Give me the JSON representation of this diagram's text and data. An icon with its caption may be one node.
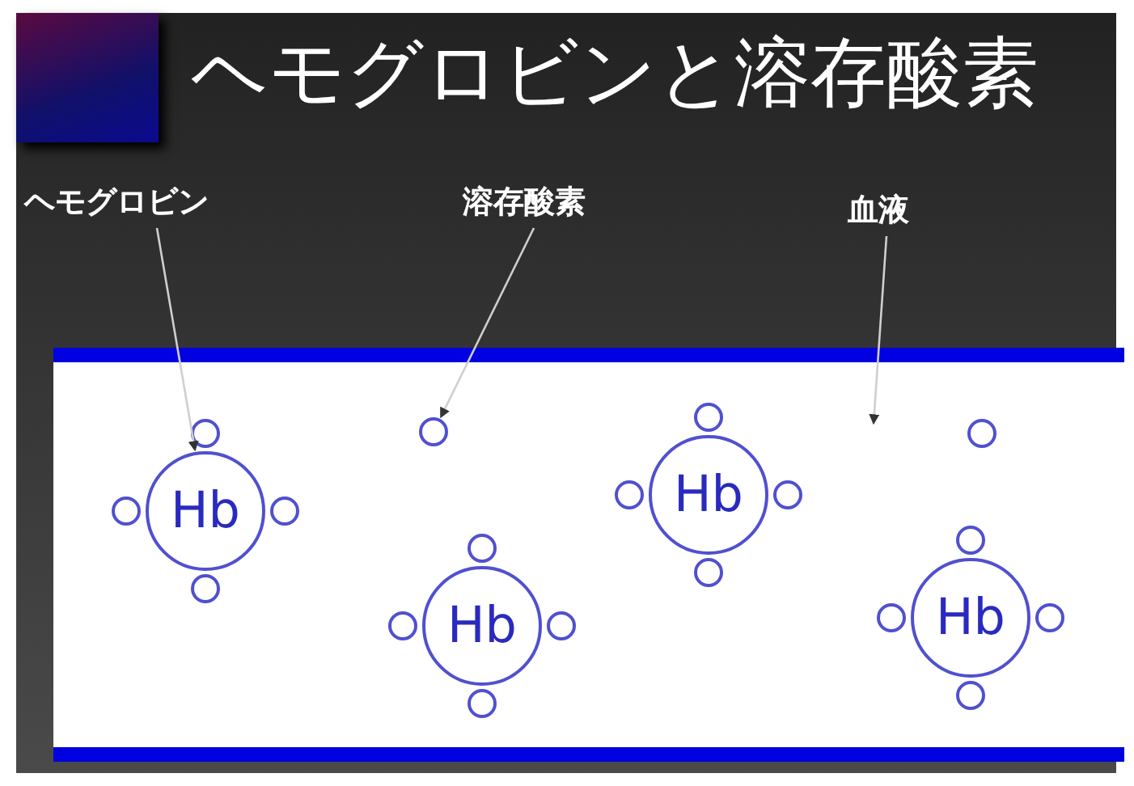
{
  "diagram": {
    "title": "ヘモグロビンと溶存酸素",
    "nodes": [
      {
        "text": [
          "ヘモグロビン"
        ]
      },
      {
        "text": [
          "溶存酸素"
        ]
      },
      {
        "text": [
          "血液"
        ]
      },
      {
        "text": [],
        "shape": "box"
      },
      {
        "text": [
          "Hb"
        ],
        "in": 3
      },
      {
        "text": [
          "Hb"
        ],
        "in": 3
      },
      {
        "text": [
          "Hb"
        ],
        "in": 3
      },
      {
        "text": [
          "Hb"
        ],
        "in": 3
      },
      {
        "text": [],
        "shape": "circle",
        "in": 3
      },
      {
        "text": [],
        "shape": "circle",
        "in": 3
      },
      {
        "text": [],
        "shape": "circle",
        "in": 3
      },
      {
        "text": [],
        "shape": "circle",
        "in": 3
      },
      {
        "text": [],
        "shape": "circle",
        "in": 3
      },
      {
        "text": [],
        "shape": "circle",
        "in": 3
      },
      {
        "text": [],
        "shape": "circle",
        "in": 3
      },
      {
        "text": [],
        "shape": "circle",
        "in": 3
      },
      {
        "text": [],
        "shape": "circle",
        "in": 3
      },
      {
        "text": [],
        "shape": "circle",
        "in": 3
      },
      {
        "text": [],
        "shape": "circle",
        "in": 3
      },
      {
        "text": [],
        "shape": "circle",
        "in": 3
      },
      {
        "text": [],
        "shape": "circle",
        "in": 3
      },
      {
        "text": [],
        "shape": "circle",
        "in": 3
      },
      {
        "text": [],
        "shape": "circle",
        "in": 3
      },
      {
        "text": [],
        "shape": "circle",
        "in": 3
      },
      {
        "text": [],
        "shape": "circle",
        "in": 3
      },
      {
        "text": [],
        "shape": "circle",
        "in": 3
      }
    ],
    "edges": [
      {
        "from": 0,
        "to": 4,
        "arrow": "to"
      },
      {
        "from": 1,
        "to": 13,
        "arrow": "to"
      },
      {
        "from": 2,
        "to": 3,
        "arrow": "to"
      }
    ]
  }
}
